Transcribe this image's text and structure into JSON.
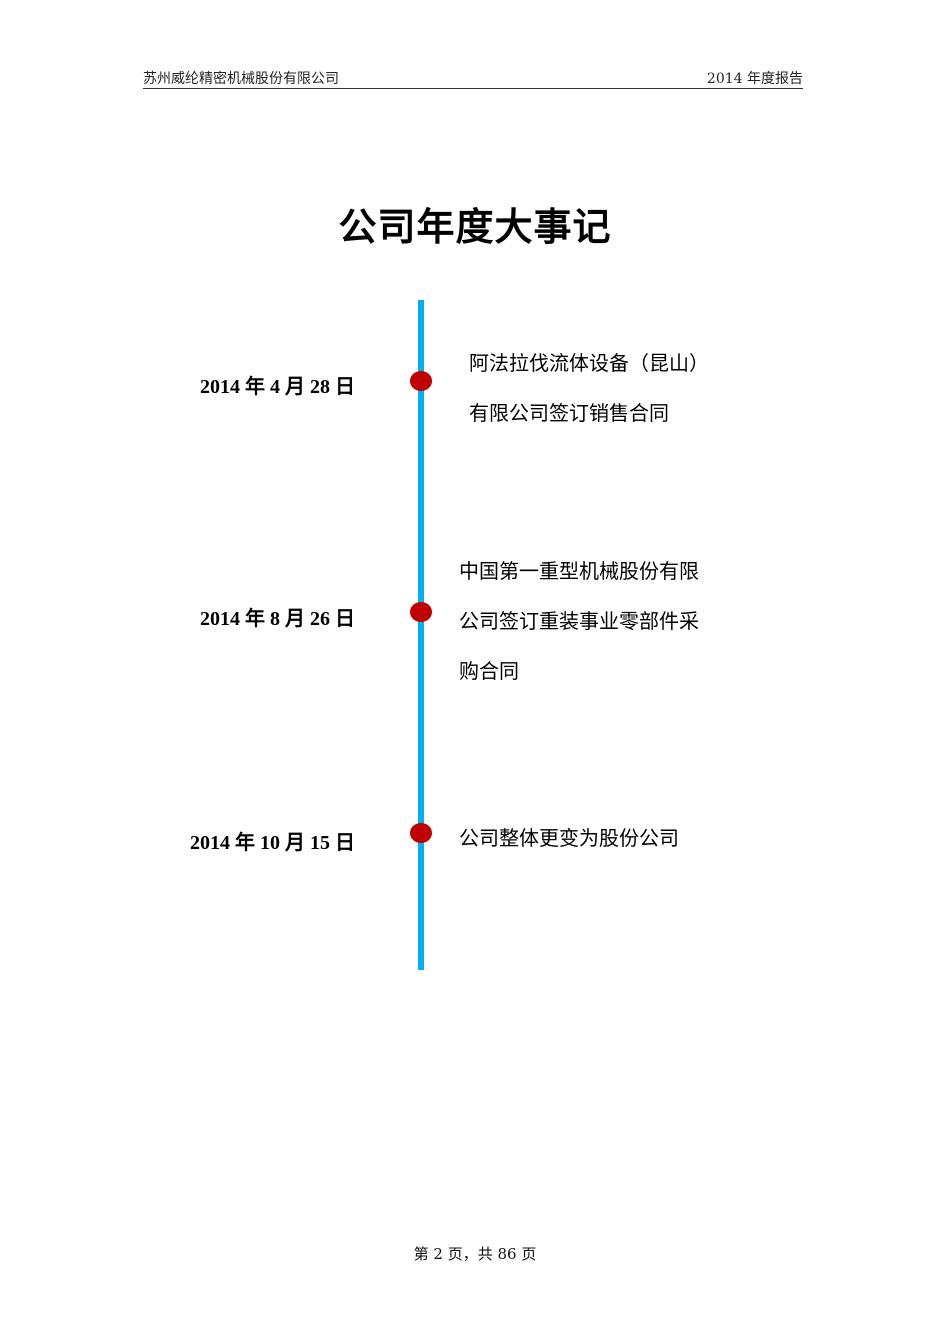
{
  "header": {
    "company": "苏州威纶精密机械股份有限公司",
    "report": "2014 年度报告"
  },
  "title": "公司年度大事记",
  "timeline": {
    "line_color": "#00b0f0",
    "dot_color": "#c00000",
    "events": [
      {
        "date": "2014 年 4 月 28 日",
        "lines": [
          "阿法拉伐流体设备（昆山）",
          "有限公司签订销售合同"
        ]
      },
      {
        "date": "2014 年 8 月 26 日",
        "lines": [
          "中国第一重型机械股份有限",
          "公司签订重装事业零部件采",
          "购合同"
        ]
      },
      {
        "date": "2014 年 10 月 15 日",
        "lines": [
          "公司整体更变为股份公司"
        ]
      }
    ]
  },
  "footer": {
    "page_info": "第 2 页，共 86 页"
  }
}
